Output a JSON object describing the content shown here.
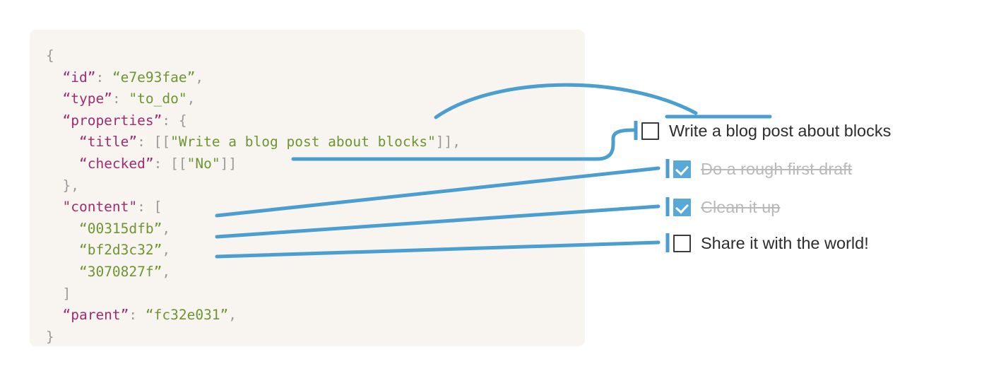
{
  "panel": {
    "background_color": "#f8f5f1",
    "code_lines": [
      [
        {
          "t": "{",
          "c": "p"
        }
      ],
      [
        {
          "t": "  ",
          "c": "p"
        },
        {
          "t": "“id”",
          "c": "k"
        },
        {
          "t": ": ",
          "c": "p"
        },
        {
          "t": "“e7e93fae”",
          "c": "s"
        },
        {
          "t": ",",
          "c": "p"
        }
      ],
      [
        {
          "t": "  ",
          "c": "p"
        },
        {
          "t": "“type”",
          "c": "k"
        },
        {
          "t": ": ",
          "c": "p"
        },
        {
          "t": "\"to_do\"",
          "c": "s"
        },
        {
          "t": ",",
          "c": "p"
        }
      ],
      [
        {
          "t": "  ",
          "c": "p"
        },
        {
          "t": "“properties”",
          "c": "k"
        },
        {
          "t": ": {",
          "c": "p"
        }
      ],
      [
        {
          "t": "    ",
          "c": "p"
        },
        {
          "t": "“title”",
          "c": "k"
        },
        {
          "t": ": [[",
          "c": "p"
        },
        {
          "t": "\"Write a blog post about blocks\"",
          "c": "s"
        },
        {
          "t": "]],",
          "c": "p"
        }
      ],
      [
        {
          "t": "    ",
          "c": "p"
        },
        {
          "t": "“checked”",
          "c": "k"
        },
        {
          "t": ": [[",
          "c": "p"
        },
        {
          "t": "\"No\"",
          "c": "s"
        },
        {
          "t": "]]",
          "c": "p"
        }
      ],
      [
        {
          "t": "  },",
          "c": "p"
        }
      ],
      [
        {
          "t": "  ",
          "c": "p"
        },
        {
          "t": "\"content\"",
          "c": "k"
        },
        {
          "t": ": [",
          "c": "p"
        }
      ],
      [
        {
          "t": "    ",
          "c": "p"
        },
        {
          "t": "“00315dfb”",
          "c": "s"
        },
        {
          "t": ",",
          "c": "p"
        }
      ],
      [
        {
          "t": "    ",
          "c": "p"
        },
        {
          "t": "“bf2d3c32”",
          "c": "s"
        },
        {
          "t": ",",
          "c": "p"
        }
      ],
      [
        {
          "t": "    ",
          "c": "p"
        },
        {
          "t": "“3070827f”",
          "c": "s"
        },
        {
          "t": ",",
          "c": "p"
        }
      ],
      [
        {
          "t": "  ]",
          "c": "p"
        }
      ],
      [
        {
          "t": "  ",
          "c": "p"
        },
        {
          "t": "“parent”",
          "c": "k"
        },
        {
          "t": ": ",
          "c": "p"
        },
        {
          "t": "“fc32e031”",
          "c": "s"
        },
        {
          "t": ",",
          "c": "p"
        }
      ],
      [
        {
          "t": "}",
          "c": "p"
        }
      ]
    ],
    "syntax_colors": {
      "key": "#a02c6d",
      "string": "#6f9431",
      "punctuation": "#9a9a9a"
    }
  },
  "checklist": {
    "items": [
      {
        "label": "Write a blog post about blocks",
        "checked": false,
        "level": "root"
      },
      {
        "label": "Do a rough first draft",
        "checked": true,
        "level": "sub"
      },
      {
        "label": "Clean it up",
        "checked": true,
        "level": "sub"
      },
      {
        "label": "Share it with the world!",
        "checked": false,
        "level": "sub"
      }
    ],
    "checked_color": "#58a8d8",
    "unchecked_border_color": "#3b3b3b",
    "label_color": "#2d2d2d",
    "done_label_color": "#b9b9b9"
  },
  "connectors": {
    "color": "#4a9ed0",
    "stroke_width": 5,
    "description": "Blue callout lines linking JSON fields to rendered to-do checkboxes"
  }
}
